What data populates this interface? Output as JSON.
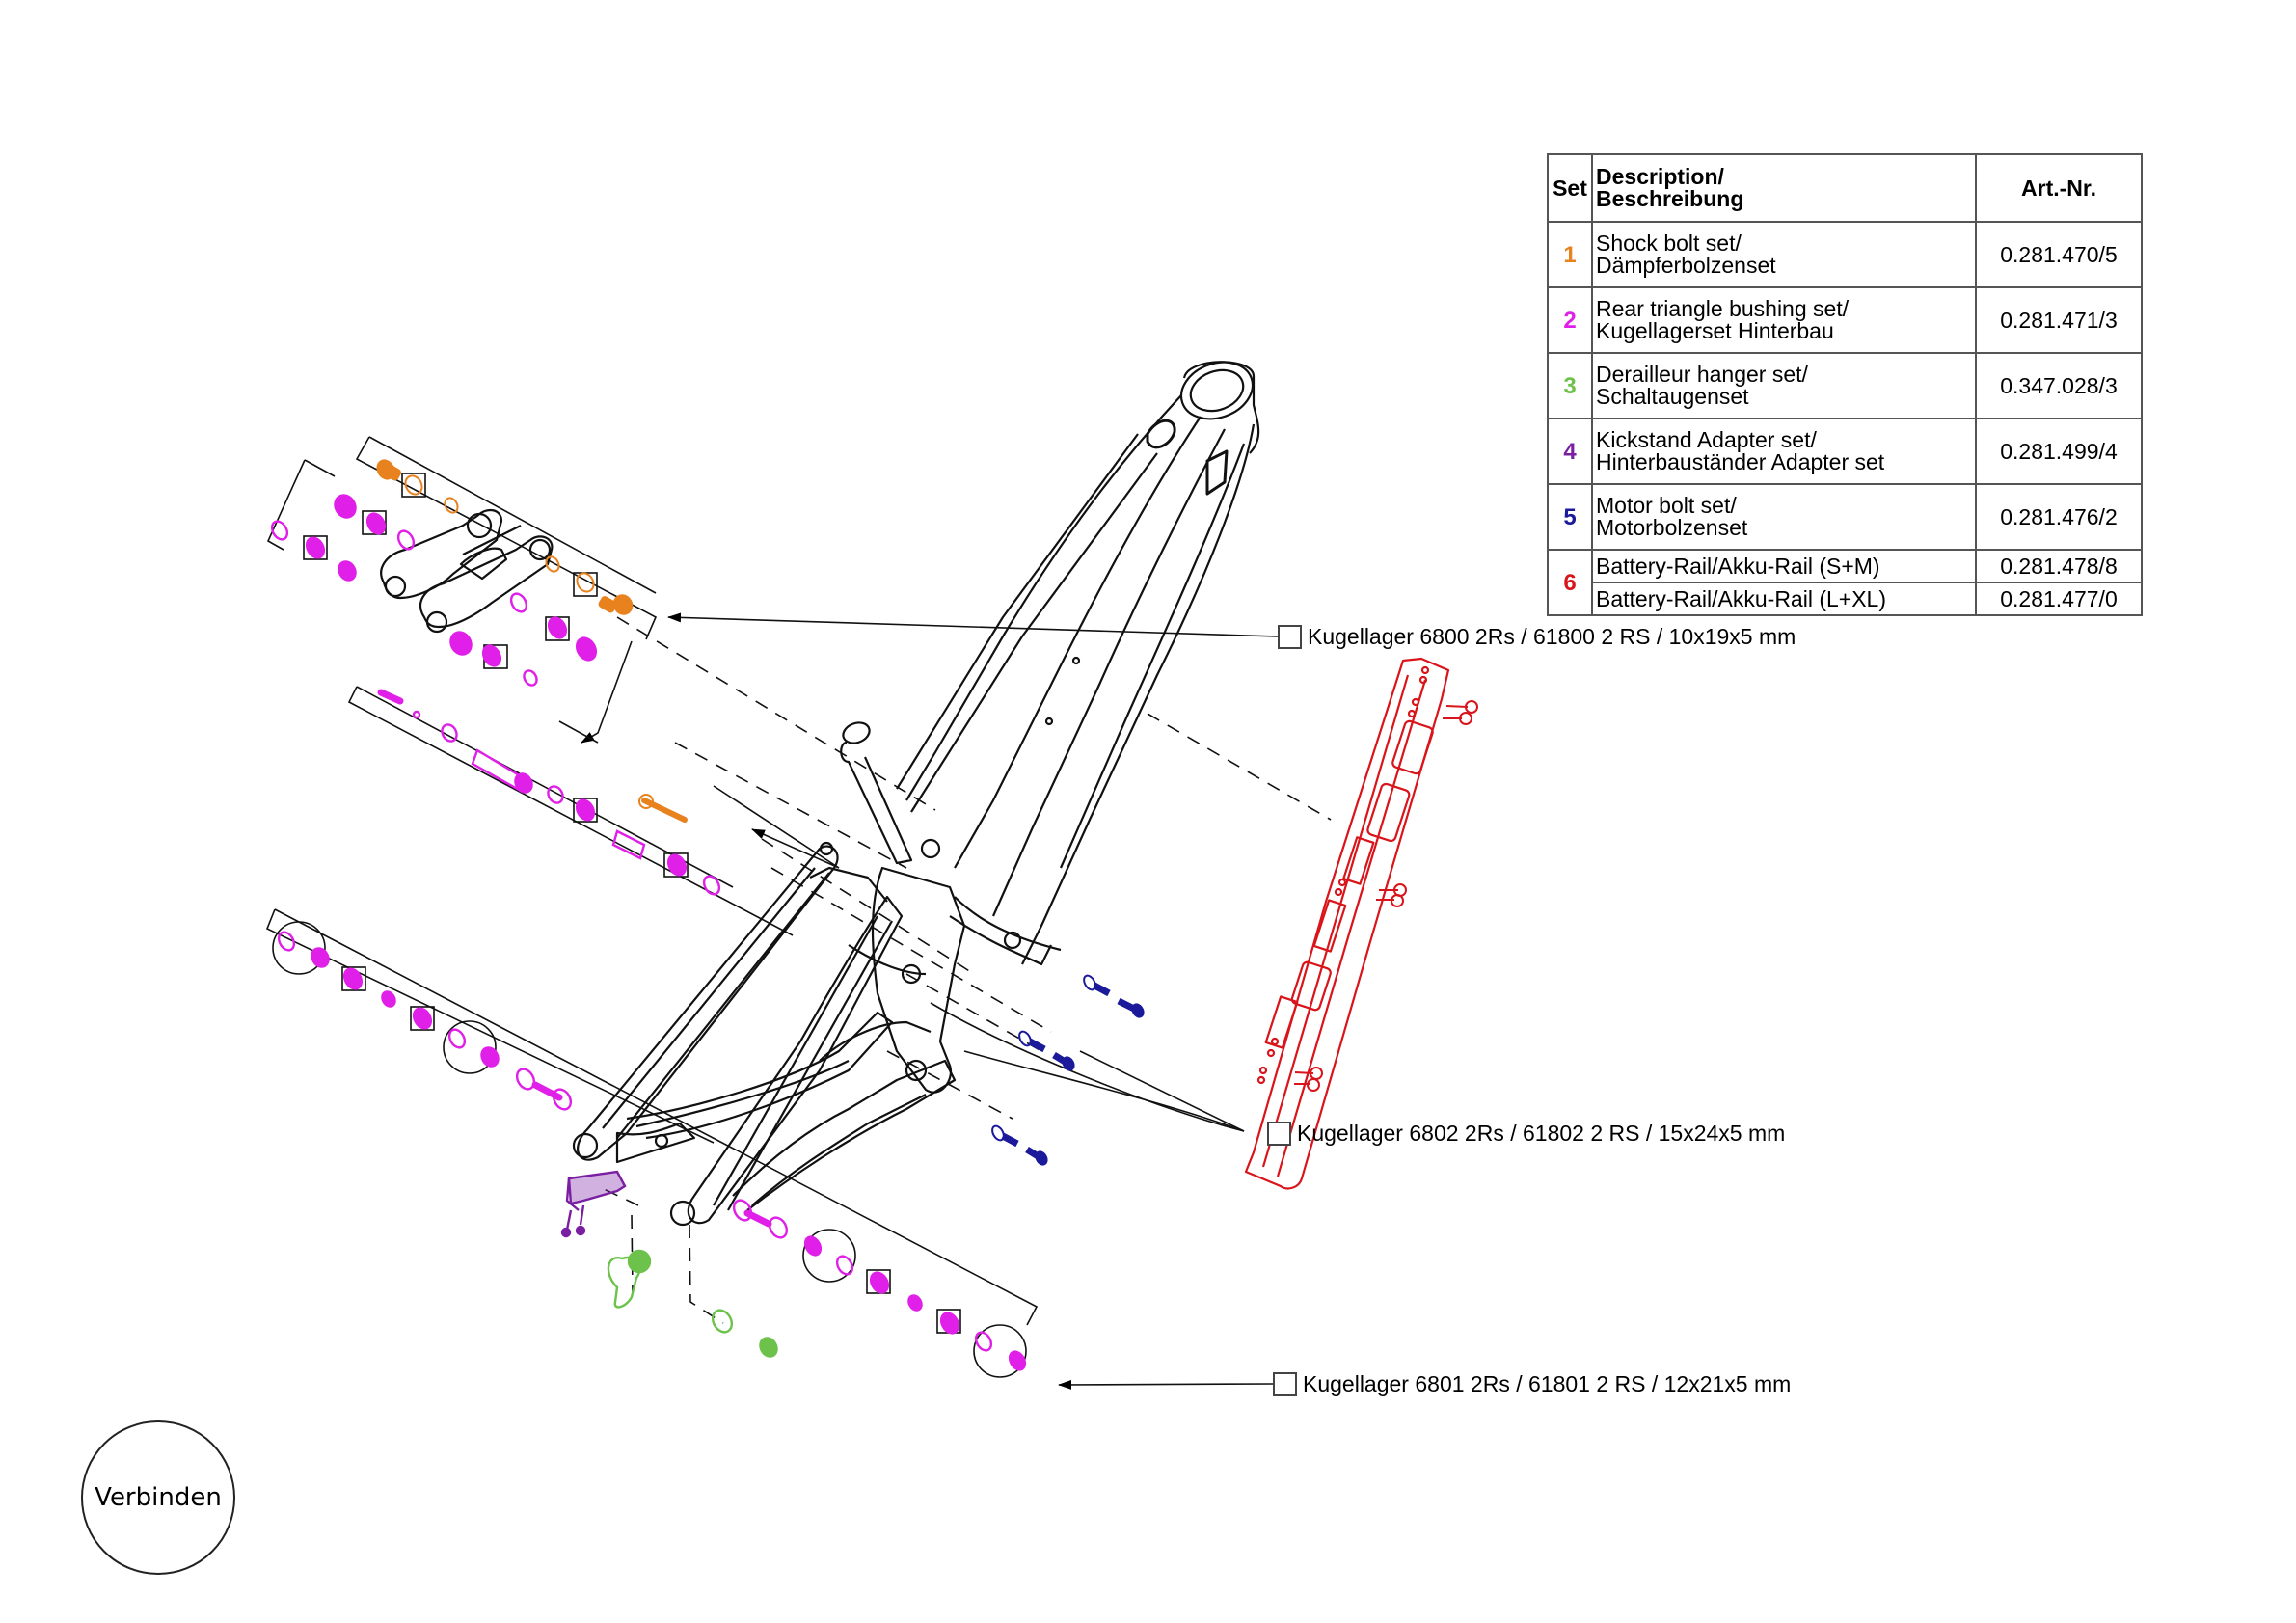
{
  "parts_table": {
    "headers": {
      "set": "Set",
      "description_line1": "Description/",
      "description_line2": "Beschreibung",
      "art_nr": "Art.-Nr."
    },
    "rows": [
      {
        "set": "1",
        "color": "#E8821E",
        "desc_line1": "Shock bolt set/",
        "desc_line2": "Dämpferbolzenset",
        "art_nr": "0.281.470/5"
      },
      {
        "set": "2",
        "color": "#E020E8",
        "desc_line1": "Rear triangle bushing set/",
        "desc_line2": "Kugellagerset Hinterbau",
        "art_nr": "0.281.471/3"
      },
      {
        "set": "3",
        "color": "#6CC24A",
        "desc_line1": "Derailleur hanger set/",
        "desc_line2": "Schaltaugenset",
        "art_nr": "0.347.028/3"
      },
      {
        "set": "4",
        "color": "#7A1FA2",
        "desc_line1": "Kickstand Adapter set/",
        "desc_line2": "Hinterbauständer Adapter set",
        "art_nr": "0.281.499/4"
      },
      {
        "set": "5",
        "color": "#1A1A9A",
        "desc_line1": "Motor bolt set/",
        "desc_line2": "Motorbolzenset",
        "art_nr": "0.281.476/2"
      }
    ],
    "set6": {
      "set": "6",
      "color": "#D9141A",
      "variants": [
        {
          "desc": "Battery-Rail/Akku-Rail (S+M)",
          "art_nr": "0.281.478/8"
        },
        {
          "desc": "Battery-Rail/Akku-Rail (L+XL)",
          "art_nr": "0.281.477/0"
        }
      ]
    }
  },
  "bearing_callouts": [
    {
      "label": "Kugellager 6800 2Rs / 61800 2 RS / 10x19x5 mm"
    },
    {
      "label": "Kugellager 6802 2Rs / 61802 2 RS / 15x24x5 mm"
    },
    {
      "label": "Kugellager 6801 2Rs / 61801 2 RS / 12x21x5 mm"
    }
  ],
  "connect_stamp": {
    "label": "Verbinden"
  },
  "colors": {
    "shock_bolt": "#E8821E",
    "bushing": "#E020E8",
    "hanger": "#6CC24A",
    "kickstand": "#7A1FA2",
    "motor_bolt": "#1A1A9A",
    "battery_rail": "#D9141A",
    "frame": "#111111"
  }
}
